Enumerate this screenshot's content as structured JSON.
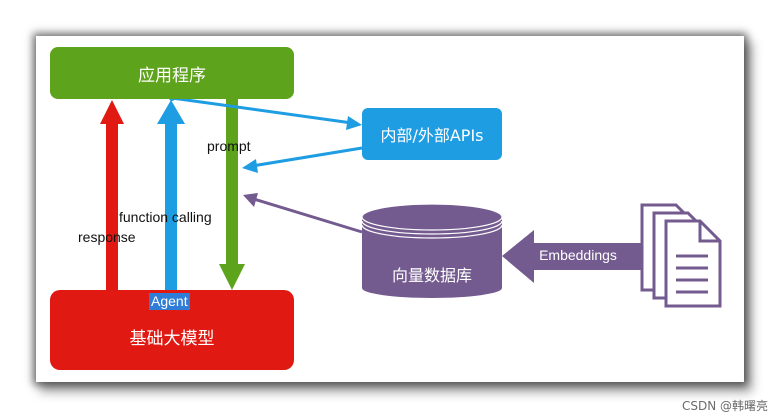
{
  "nodes": {
    "app": "应用程序",
    "api": "内部/外部APIs",
    "model": "基础大模型",
    "agent": "Agent",
    "vector_db": "向量数据库"
  },
  "edges": {
    "prompt": "prompt",
    "function_calling": "function calling",
    "response": "response",
    "embeddings": "Embeddings"
  },
  "colors": {
    "app": "#5ea31c",
    "api": "#1e9de2",
    "model": "#e01a12",
    "vector_db": "#745b8f",
    "agent_highlight": "#2f7dd7"
  },
  "icons": {
    "documents": "documents-stack-icon"
  },
  "watermark": "CSDN @韩曙亮"
}
